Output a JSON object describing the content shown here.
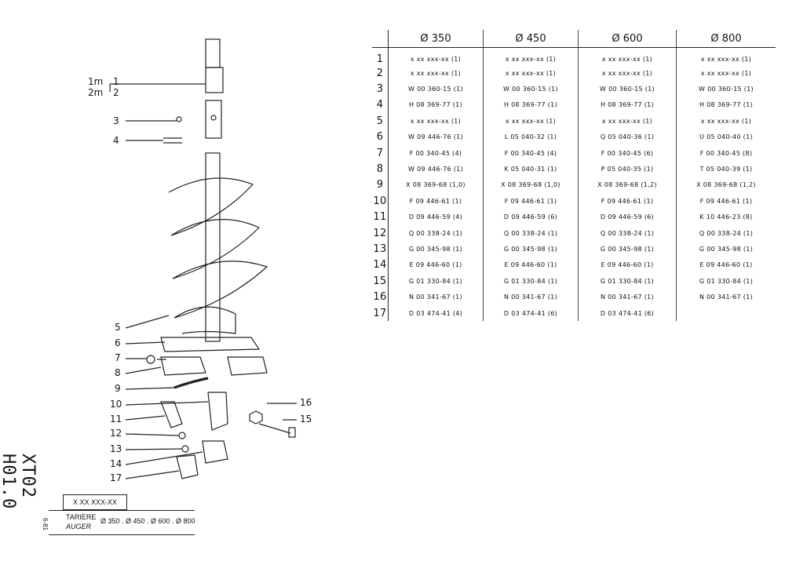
{
  "document": {
    "code": "XT02 H01.0",
    "date": "6-81",
    "ref": "X XX XXX-XX",
    "title_fr": "TARIERE",
    "title_en": "AUGER",
    "sizes": "Ø 350 . Ø 450 . Ø 600 . Ø 800"
  },
  "callouts": {
    "1m": "1m",
    "2m": "2m",
    "c1": "1",
    "c2": "2",
    "c3": "3",
    "c4": "4",
    "c5": "5",
    "c6": "6",
    "c7": "7",
    "c8": "8",
    "c9": "9",
    "c10": "10",
    "c11": "11",
    "c12": "12",
    "c13": "13",
    "c14": "14",
    "c15": "15",
    "c16": "16",
    "c17": "17"
  },
  "table": {
    "headers": [
      "Ø 350",
      "Ø 450",
      "Ø 600",
      "Ø 800"
    ],
    "rows": [
      {
        "n": "1",
        "d350": "x xx xxx-xx (1)",
        "d450": "x xx xxx-xx (1)",
        "d600": "x xx xxx-xx (1)",
        "d800": "x xx xxx-xx (1)"
      },
      {
        "n": "2",
        "d350": "x xx xxx-xx (1)",
        "d450": "x xx xxx-xx (1)",
        "d600": "x xx xxx-xx (1)",
        "d800": "x xx xxx-xx (1)"
      },
      {
        "n": "3",
        "d350": "W 00 360-15 (1)",
        "d450": "W 00 360-15 (1)",
        "d600": "W 00 360-15 (1)",
        "d800": "W 00 360-15 (1)"
      },
      {
        "n": "4",
        "d350": "H 08 369-77 (1)",
        "d450": "H 08 369-77 (1)",
        "d600": "H 08 369-77 (1)",
        "d800": "H 08 369-77 (1)"
      },
      {
        "n": "5",
        "d350": "x xx xxx-xx (1)",
        "d450": "x xx xxx-xx (1)",
        "d600": "x xx xxx-xx (1)",
        "d800": "x xx xxx-xx (1)"
      },
      {
        "n": "6",
        "d350": "W 09 446-76 (1)",
        "d450": "L 05 040-32 (1)",
        "d600": "Q 05 040-36 (1)",
        "d800": "U 05 040-40 (1)"
      },
      {
        "n": "7",
        "d350": "F 00 340-45 (4)",
        "d450": "F 00 340-45 (4)",
        "d600": "F 00 340-45 (6)",
        "d800": "F 00 340-45 (8)"
      },
      {
        "n": "8",
        "d350": "W 09 446-76 (1)",
        "d450": "K 05 040-31 (1)",
        "d600": "P 05 040-35 (1)",
        "d800": "T 05 040-39 (1)"
      },
      {
        "n": "9",
        "d350": "X 08 369-68 (1,0)",
        "d450": "X 08 369-68 (1,0)",
        "d600": "X 08 369-68 (1,2)",
        "d800": "X 08 369-68 (1,2)"
      },
      {
        "n": "10",
        "d350": "F 09 446-61 (1)",
        "d450": "F 09 446-61 (1)",
        "d600": "F 09 446-61 (1)",
        "d800": "F 09 446-61 (1)"
      },
      {
        "n": "11",
        "d350": "D 09 446-59 (4)",
        "d450": "D 09 446-59 (6)",
        "d600": "D 09 446-59 (6)",
        "d800": "K 10 446-23 (8)"
      },
      {
        "n": "12",
        "d350": "Q 00 338-24 (1)",
        "d450": "Q 00 338-24 (1)",
        "d600": "Q 00 338-24 (1)",
        "d800": "Q 00 338-24 (1)"
      },
      {
        "n": "13",
        "d350": "G 00 345-98 (1)",
        "d450": "G 00 345-98 (1)",
        "d600": "G 00 345-98 (1)",
        "d800": "G 00 345-98 (1)"
      },
      {
        "n": "14",
        "d350": "E 09 446-60 (1)",
        "d450": "E 09 446-60 (1)",
        "d600": "E 09 446-60 (1)",
        "d800": "E 09 446-60 (1)"
      },
      {
        "n": "15",
        "d350": "G 01 330-84 (1)",
        "d450": "G 01 330-84 (1)",
        "d600": "G 01 330-84 (1)",
        "d800": "G 01 330-84 (1)"
      },
      {
        "n": "16",
        "d350": "N 00 341-67 (1)",
        "d450": "N 00 341-67 (1)",
        "d600": "N 00 341-67 (1)",
        "d800": "N 00 341-67 (1)"
      },
      {
        "n": "17",
        "d350": "D 03 474-41 (4)",
        "d450": "D 03 474-41 (6)",
        "d600": "D 03 474-41 (6)",
        "d800": ""
      }
    ]
  }
}
